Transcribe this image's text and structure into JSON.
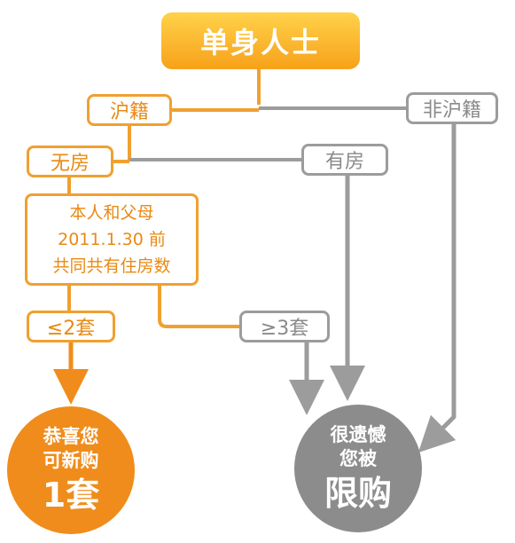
{
  "diagram": {
    "root": "单身人士",
    "hu_ji": "沪籍",
    "fei_hu_ji": "非沪籍",
    "wu_fang": "无房",
    "you_fang": "有房",
    "desc_line1": "本人和父母",
    "desc_line2": "2011.1.30 前",
    "desc_line3": "共同共有住房数",
    "le2": "≤2套",
    "ge3": "≥3套",
    "result_ok_line1": "恭喜您",
    "result_ok_line2": "可新购",
    "result_ok_line3": "1套",
    "result_limit_line1": "很遗憾",
    "result_limit_line2": "您被",
    "result_limit_line3": "限购"
  },
  "colors": {
    "orange_line": "#f0a030",
    "orange_text": "#e88a14",
    "orange_fill": "#f08c1c",
    "gray_line": "#9c9c9c",
    "gray_fill": "#8c8c8c",
    "top_gradient_start": "#ffd24a",
    "top_gradient_end": "#f7a11a"
  }
}
